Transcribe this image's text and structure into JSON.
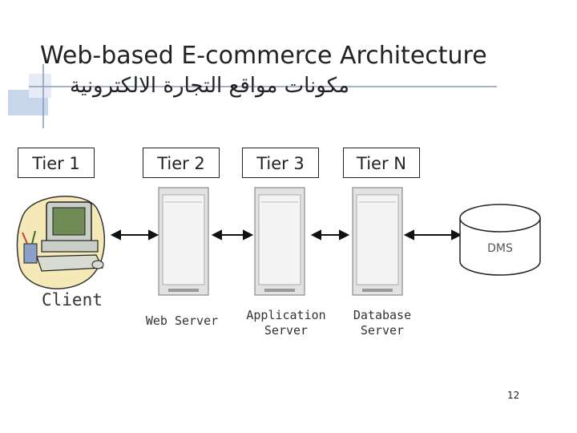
{
  "title": "Web-based E-commerce Architecture",
  "subtitle": "مكونات مواقع التجارة الالكترونية",
  "tiers": [
    {
      "label": "Tier 1"
    },
    {
      "label": "Tier 2"
    },
    {
      "label": "Tier 3"
    },
    {
      "label": "Tier N"
    }
  ],
  "nodes": {
    "client": "Client",
    "web_server": "Web Server",
    "application_server": [
      "Application",
      "Server"
    ],
    "database_server": [
      "Database",
      "Server"
    ],
    "dms": "DMS"
  },
  "page_number": "12"
}
